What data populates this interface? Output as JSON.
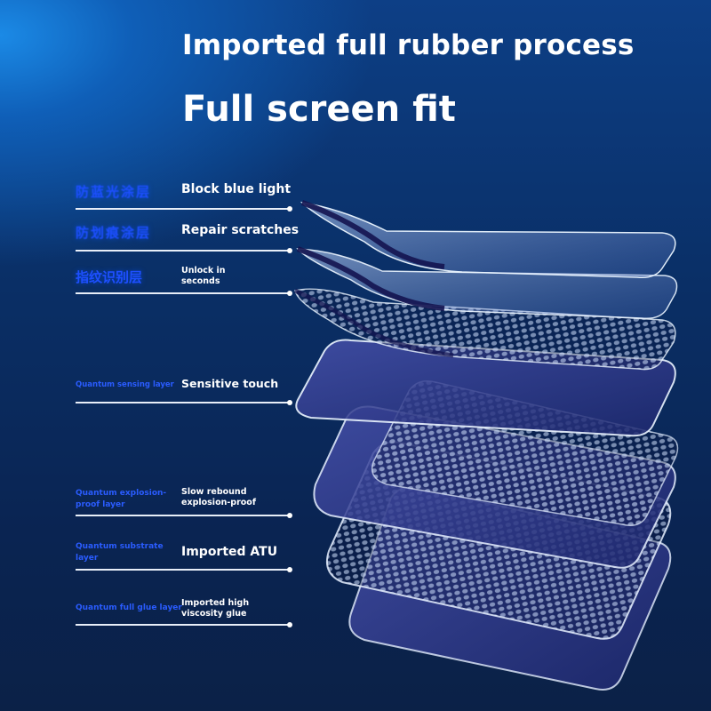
{
  "header": {
    "line1": "Imported full rubber process",
    "line2": "Full screen fit"
  },
  "rows": [
    {
      "left": "防蓝光涂层",
      "feature": "Block blue light"
    },
    {
      "left": "防划痕涂层",
      "feature": "Repair scratches"
    },
    {
      "left": "指纹识别层",
      "feature": "Unlock in seconds"
    },
    {
      "left": "Quantum sensing layer",
      "feature": "Sensitive touch"
    },
    {
      "left": "Quantum explosion-proof layer",
      "feature": "Slow rebound explosion-proof"
    },
    {
      "left": "Quantum substrate layer",
      "feature": "Imported ATU"
    },
    {
      "left": "Quantum full glue layer",
      "feature": "Imported high viscosity glue"
    }
  ],
  "colors": {
    "background": "#0a2f66",
    "accent_text": "#2a5cff",
    "headline": "#ffffff"
  }
}
